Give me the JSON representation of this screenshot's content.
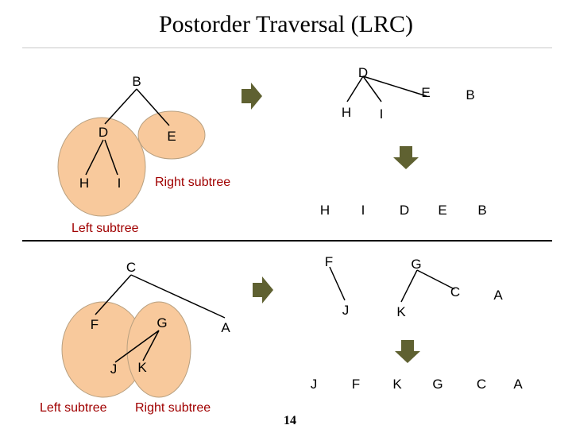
{
  "title": "Postorder Traversal (LRC)",
  "page_number": "14",
  "colors": {
    "subtree_fill": "#f8c99c",
    "label_red": "#a00000",
    "arrow": "#5f6131"
  },
  "example1": {
    "tree_nodes": {
      "root": "B",
      "left": "D",
      "right": "E",
      "left_left": "H",
      "left_right": "I"
    },
    "right_subtree_label": "Right subtree",
    "left_subtree_label": "Left subtree",
    "step1": [
      "D",
      "E",
      "B"
    ],
    "step1_sub": [
      "H",
      "I"
    ],
    "result": [
      "H",
      "I",
      "D",
      "E",
      "B"
    ]
  },
  "example2": {
    "tree_nodes": {
      "root": "C",
      "left": "F",
      "right": "A",
      "left_right": "G",
      "lr_left": "J",
      "lr_right": "K"
    },
    "left_subtree_label": "Left subtree",
    "right_subtree_label": "Right subtree",
    "step1": [
      "F",
      "G"
    ],
    "step1_sub_c": "C",
    "step1_sub_a": "A",
    "step1_jk": [
      "J",
      "K"
    ],
    "result": [
      "J",
      "F",
      "K",
      "G",
      "C",
      "A"
    ]
  }
}
